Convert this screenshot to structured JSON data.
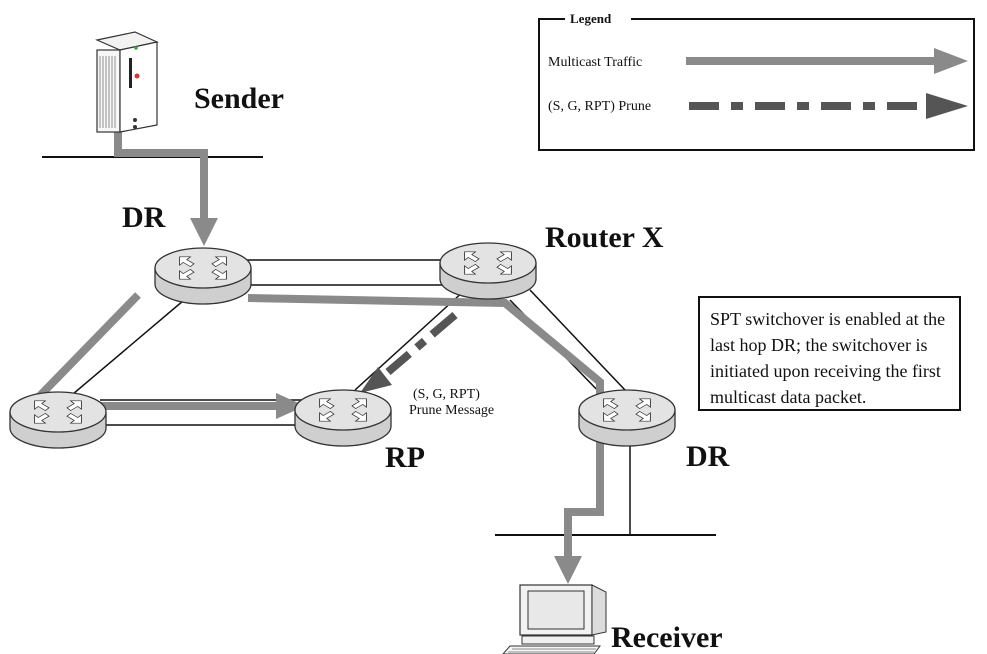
{
  "legend": {
    "title": "Legend",
    "multicast_label": "Multicast Traffic",
    "prune_label": "(S, G, RPT) Prune"
  },
  "labels": {
    "sender": "Sender",
    "dr_top": "DR",
    "router_x": "Router X",
    "rp": "RP",
    "dr_bottom": "DR",
    "receiver": "Receiver",
    "prune_message_line1": "(S, G, RPT)",
    "prune_message_line2": "Prune Message"
  },
  "note": "SPT switchover is enabled at the last hop DR; the switchover is initiated upon receiving the first multicast data packet.",
  "colors": {
    "traffic": "#8a8a8a",
    "prune": "#555555",
    "router_fill": "#e3e3e3"
  }
}
